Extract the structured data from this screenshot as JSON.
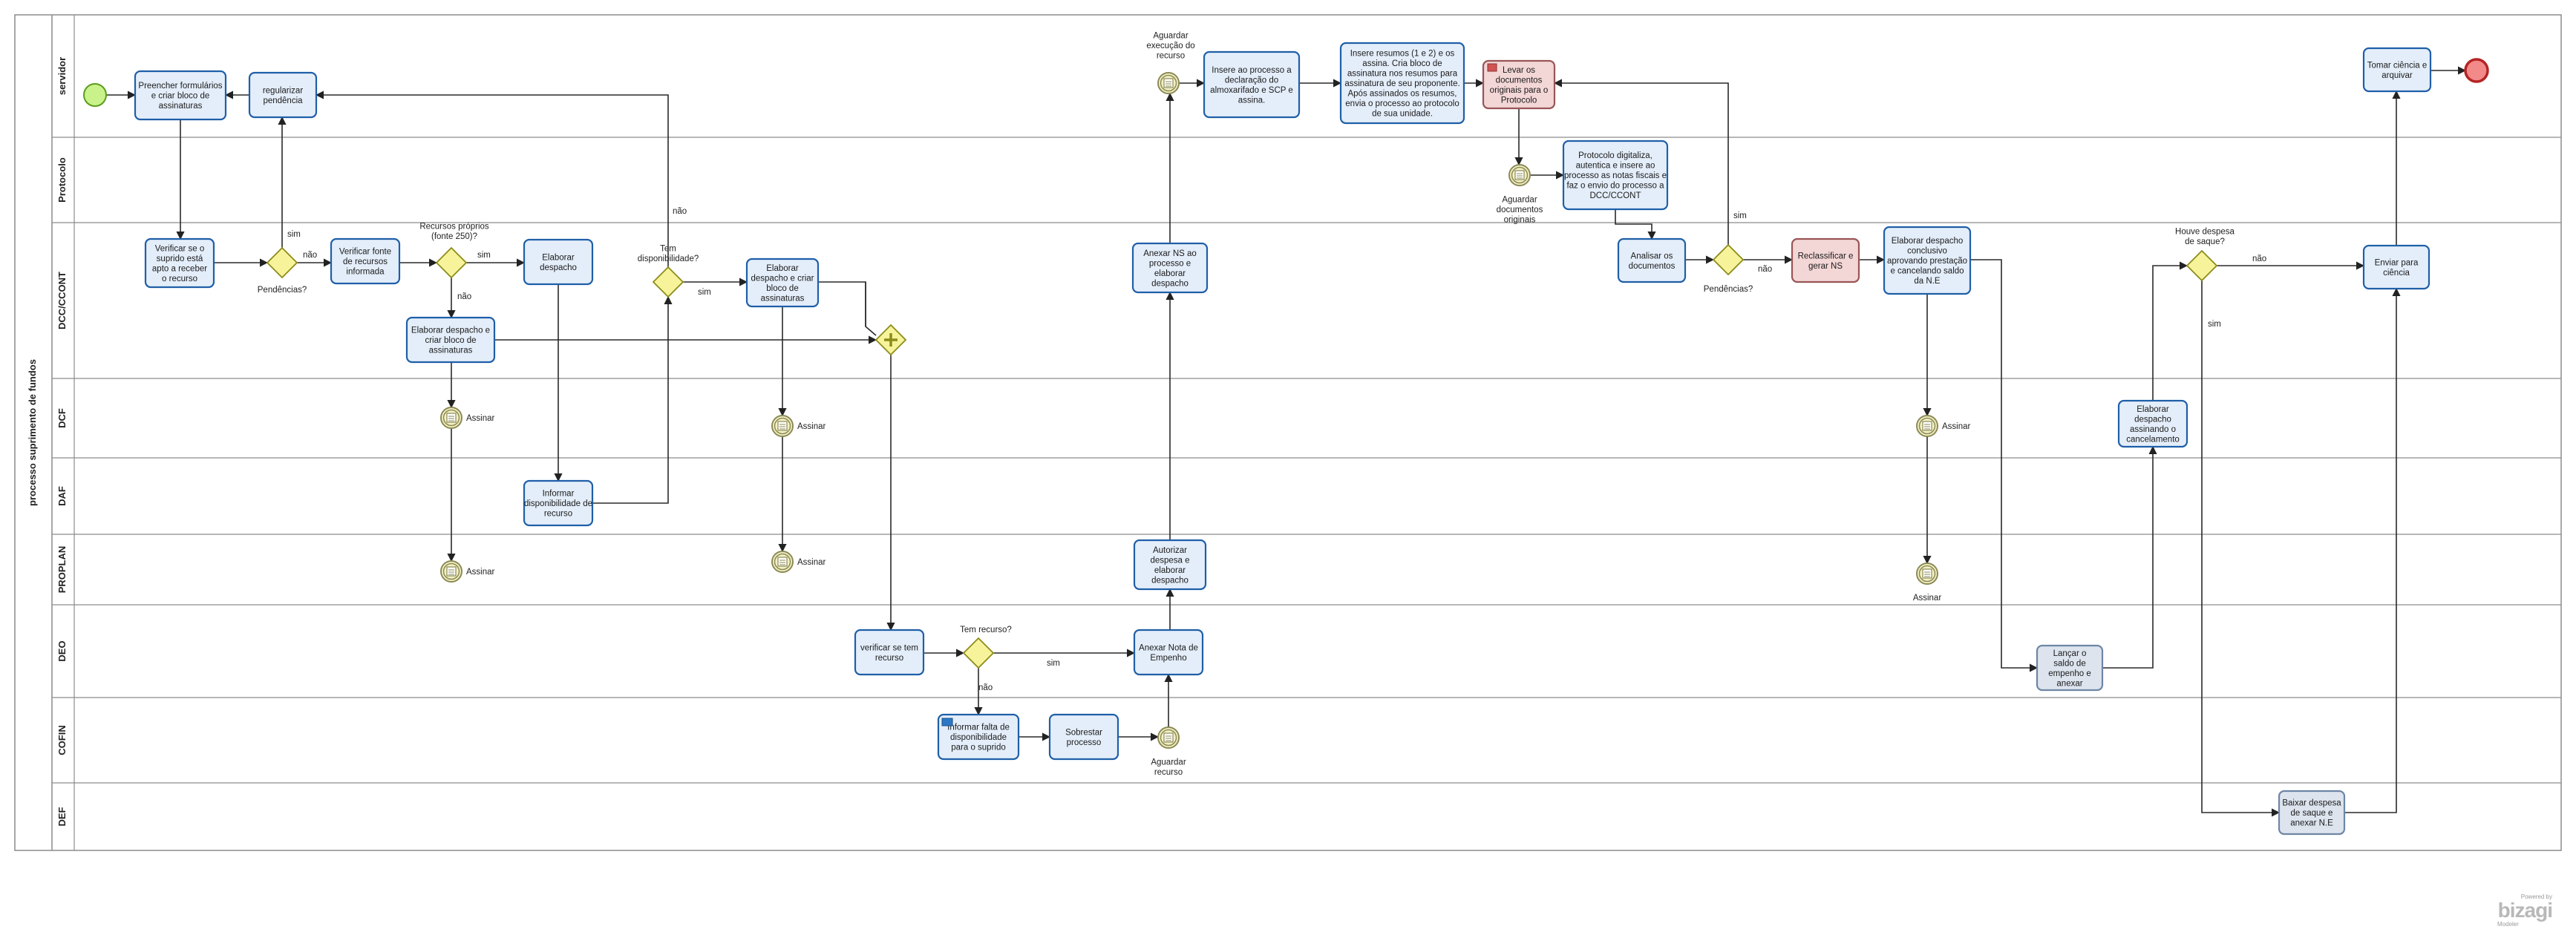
{
  "pool": {
    "label": "processo suprimento de fundos"
  },
  "lanes": [
    "servidor",
    "Protocolo",
    "DCC/CCONT",
    "DCF",
    "DAF",
    "PROPLAN",
    "DEO",
    "COFIN",
    "DEF"
  ],
  "tasks": {
    "preencher": [
      "Preencher formulários",
      "e criar bloco de",
      "assinaturas"
    ],
    "regularizar": [
      "regularizar",
      "pendência"
    ],
    "verificar_suprido": [
      "Verificar se o",
      "suprido está",
      "apto a receber",
      "o recurso"
    ],
    "verificar_fonte": [
      "Verificar fonte",
      "de recursos",
      "informada"
    ],
    "elaborar_despacho": [
      "Elaborar",
      "despacho"
    ],
    "elaborar_despacho_bloco1": [
      "Elaborar despacho e",
      "criar bloco de",
      "assinaturas"
    ],
    "informar_disp": [
      "Informar",
      "disponibilidade de",
      "recurso"
    ],
    "elaborar_despacho_bloco2": [
      "Elaborar",
      "despacho e criar",
      "bloco de",
      "assinaturas"
    ],
    "verificar_recurso": [
      "verificar se tem",
      "recurso"
    ],
    "informar_falta": [
      "Informar falta de",
      "disponibilidade",
      "para o suprido"
    ],
    "sobrestar": [
      "Sobrestar",
      "processo"
    ],
    "anexar_nota": [
      "Anexar Nota de",
      "Empenho"
    ],
    "autorizar": [
      "Autorizar",
      "despesa e",
      "elaborar",
      "despacho"
    ],
    "anexar_ns": [
      "Anexar NS ao",
      "processo e",
      "elaborar",
      "despacho"
    ],
    "insere_processo": [
      "Insere ao processo a",
      "declaração do",
      "almoxarifado e SCP e",
      "assina."
    ],
    "insere_resumos": [
      "Insere resumos (1 e 2)  e os",
      "assina. Cria bloco de",
      "assinatura nos resumos para",
      "assinatura de seu proponente.",
      "Após assinados os resumos,",
      "envia o processo ao protocolo",
      "de sua unidade."
    ],
    "levar_docs": [
      "Levar os",
      "documentos",
      "originais para o",
      "Protocolo"
    ],
    "protocolo_digitaliza": [
      "Protocolo digitaliza,",
      "autentica e insere ao",
      "processo as notas fiscais e",
      "faz o envio do processo a",
      "DCC/CCONT"
    ],
    "analisar_docs": [
      "Analisar os",
      "documentos"
    ],
    "reclassificar": [
      "Reclassificar e",
      "gerar NS"
    ],
    "elaborar_conclusivo": [
      "Elaborar despacho",
      "conclusivo",
      "aprovando prestação",
      "e cancelando saldo",
      "da N.E"
    ],
    "lancar_saldo": [
      "Lançar o",
      "saldo de",
      "empenho e",
      "anexar"
    ],
    "elaborar_cancelamento": [
      "Elaborar",
      "despacho",
      "assinando o",
      "cancelamento"
    ],
    "baixar_despesa": [
      "Baixar despesa",
      "de saque e",
      "anexar N.E"
    ],
    "enviar_ciencia": [
      "Enviar para",
      "ciência"
    ],
    "tomar_ciencia": [
      "Tomar ciência e",
      "arquivar"
    ]
  },
  "gateways": {
    "pendencias1": "Pendências?",
    "recursos_proprios": [
      "Recursos próprios",
      "(fonte 250)?"
    ],
    "tem_disponibilidade": [
      "Tem",
      "disponibilidade?"
    ],
    "tem_recurso": "Tem recurso?",
    "pendencias2": "Pendências?",
    "houve_despesa": [
      "Houve despesa",
      "de saque?"
    ]
  },
  "events": {
    "aguardar_execucao": [
      "Aguardar",
      "execução do",
      "recurso"
    ],
    "aguardar_documentos": [
      "Aguardar",
      "documentos",
      "originais"
    ],
    "aguardar_recurso": [
      "Aguardar",
      "recurso"
    ],
    "assinar": "Assinar"
  },
  "flow_labels": {
    "sim": "sim",
    "nao": "não"
  },
  "watermark": {
    "powered": "Powered by",
    "logo": "bizagi",
    "modeler": "Modeler"
  },
  "colors": {
    "task_fill": "#e4eefa",
    "task_stroke": "#1f5fa8",
    "red_task_fill": "#f3d6d6",
    "red_task_stroke": "#9a5555",
    "grey_task_fill": "#dde4ee",
    "grey_task_stroke": "#6e86a6",
    "gateway_fill": "#f7f39b",
    "gateway_stroke": "#8c8c1a",
    "start_fill": "#c9f28a",
    "start_stroke": "#5d9b1e",
    "end_fill": "#f28a8a",
    "end_stroke": "#b52424",
    "event_fill": "#f3f0c4",
    "event_stroke": "#8b8a55"
  }
}
